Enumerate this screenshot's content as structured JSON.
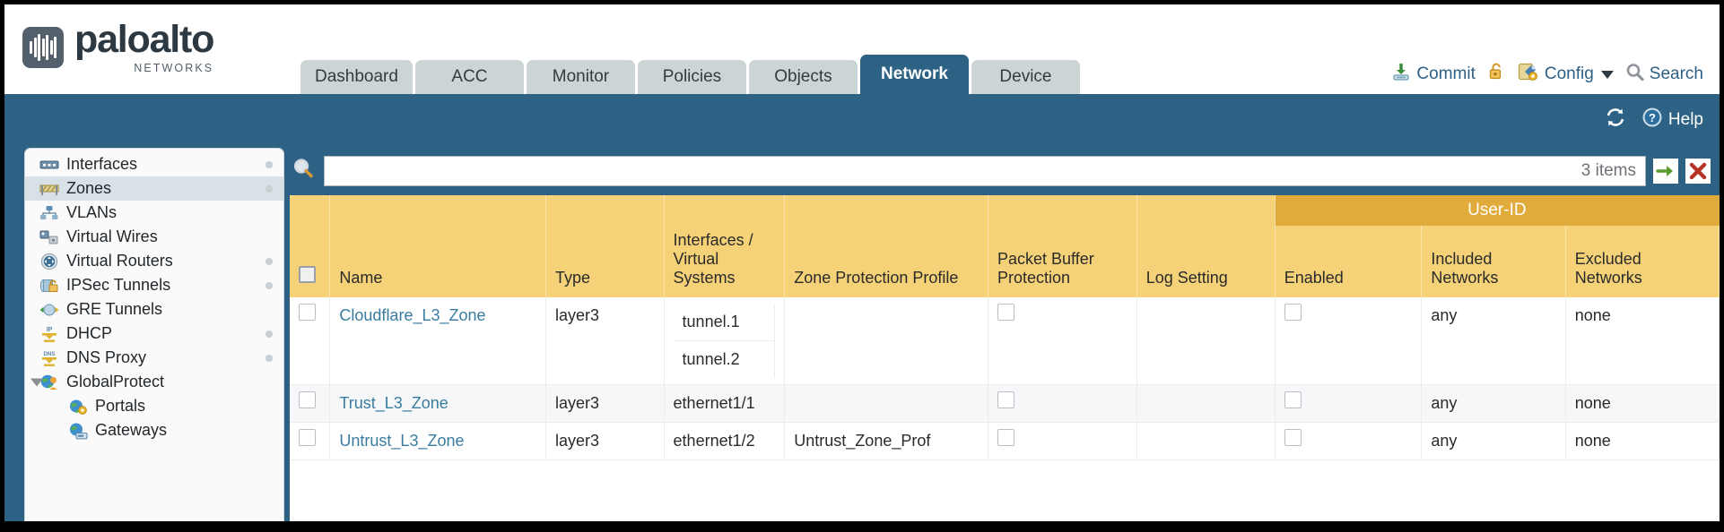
{
  "brand": {
    "name": "paloalto",
    "sub": "NETWORKS",
    "registered": "®"
  },
  "header": {
    "tabs": [
      {
        "label": "Dashboard",
        "active": false
      },
      {
        "label": "ACC",
        "active": false
      },
      {
        "label": "Monitor",
        "active": false
      },
      {
        "label": "Policies",
        "active": false
      },
      {
        "label": "Objects",
        "active": false
      },
      {
        "label": "Network",
        "active": true
      },
      {
        "label": "Device",
        "active": false
      }
    ],
    "actions": {
      "commit": "Commit",
      "config": "Config",
      "search": "Search"
    }
  },
  "band": {
    "help": "Help"
  },
  "sidebar": {
    "items": [
      {
        "label": "Interfaces",
        "icon": "interfaces-icon",
        "dot": true,
        "selected": false,
        "child": false,
        "twisty": false
      },
      {
        "label": "Zones",
        "icon": "zones-icon",
        "dot": true,
        "selected": true,
        "child": false,
        "twisty": false
      },
      {
        "label": "VLANs",
        "icon": "vlans-icon",
        "dot": false,
        "selected": false,
        "child": false,
        "twisty": false
      },
      {
        "label": "Virtual Wires",
        "icon": "virtual-wires-icon",
        "dot": false,
        "selected": false,
        "child": false,
        "twisty": false
      },
      {
        "label": "Virtual Routers",
        "icon": "virtual-routers-icon",
        "dot": true,
        "selected": false,
        "child": false,
        "twisty": false
      },
      {
        "label": "IPSec Tunnels",
        "icon": "ipsec-tunnels-icon",
        "dot": true,
        "selected": false,
        "child": false,
        "twisty": false
      },
      {
        "label": "GRE Tunnels",
        "icon": "gre-tunnels-icon",
        "dot": false,
        "selected": false,
        "child": false,
        "twisty": false
      },
      {
        "label": "DHCP",
        "icon": "dhcp-icon",
        "dot": true,
        "selected": false,
        "child": false,
        "twisty": false
      },
      {
        "label": "DNS Proxy",
        "icon": "dns-proxy-icon",
        "dot": true,
        "selected": false,
        "child": false,
        "twisty": false
      },
      {
        "label": "GlobalProtect",
        "icon": "globalprotect-icon",
        "dot": false,
        "selected": false,
        "child": false,
        "twisty": true
      },
      {
        "label": "Portals",
        "icon": "portals-icon",
        "dot": false,
        "selected": false,
        "child": true,
        "twisty": false
      },
      {
        "label": "Gateways",
        "icon": "gateways-icon",
        "dot": false,
        "selected": false,
        "child": true,
        "twisty": false
      }
    ]
  },
  "search": {
    "value": "",
    "placeholder": "",
    "item_count": "3 items"
  },
  "table": {
    "group_header": {
      "label": "User-ID",
      "span": 3
    },
    "columns": [
      "Name",
      "Type",
      "Interfaces / Virtual Systems",
      "Zone Protection Profile",
      "Packet Buffer Protection",
      "Log Setting",
      "Enabled",
      "Included Networks",
      "Excluded Networks"
    ],
    "rows": [
      {
        "selected": false,
        "name": "Cloudflare_L3_Zone",
        "type": "layer3",
        "interfaces": [
          "tunnel.1",
          "tunnel.2"
        ],
        "zone_protection_profile": "",
        "packet_buffer_protection": false,
        "log_setting": "",
        "userid_enabled": false,
        "included_networks": "any",
        "excluded_networks": "none"
      },
      {
        "selected": false,
        "name": "Trust_L3_Zone",
        "type": "layer3",
        "interfaces": [
          "ethernet1/1"
        ],
        "zone_protection_profile": "",
        "packet_buffer_protection": false,
        "log_setting": "",
        "userid_enabled": false,
        "included_networks": "any",
        "excluded_networks": "none"
      },
      {
        "selected": false,
        "name": "Untrust_L3_Zone",
        "type": "layer3",
        "interfaces": [
          "ethernet1/2"
        ],
        "zone_protection_profile": "Untrust_Zone_Prof",
        "packet_buffer_protection": false,
        "log_setting": "",
        "userid_enabled": false,
        "included_networks": "any",
        "excluded_networks": "none"
      }
    ]
  },
  "colors": {
    "brand_blue": "#2e6284",
    "header_amber": "#f5d278",
    "group_amber": "#e0ab3a",
    "link_blue": "#3a7ca0",
    "tab_grey": "#ccd5d6"
  }
}
